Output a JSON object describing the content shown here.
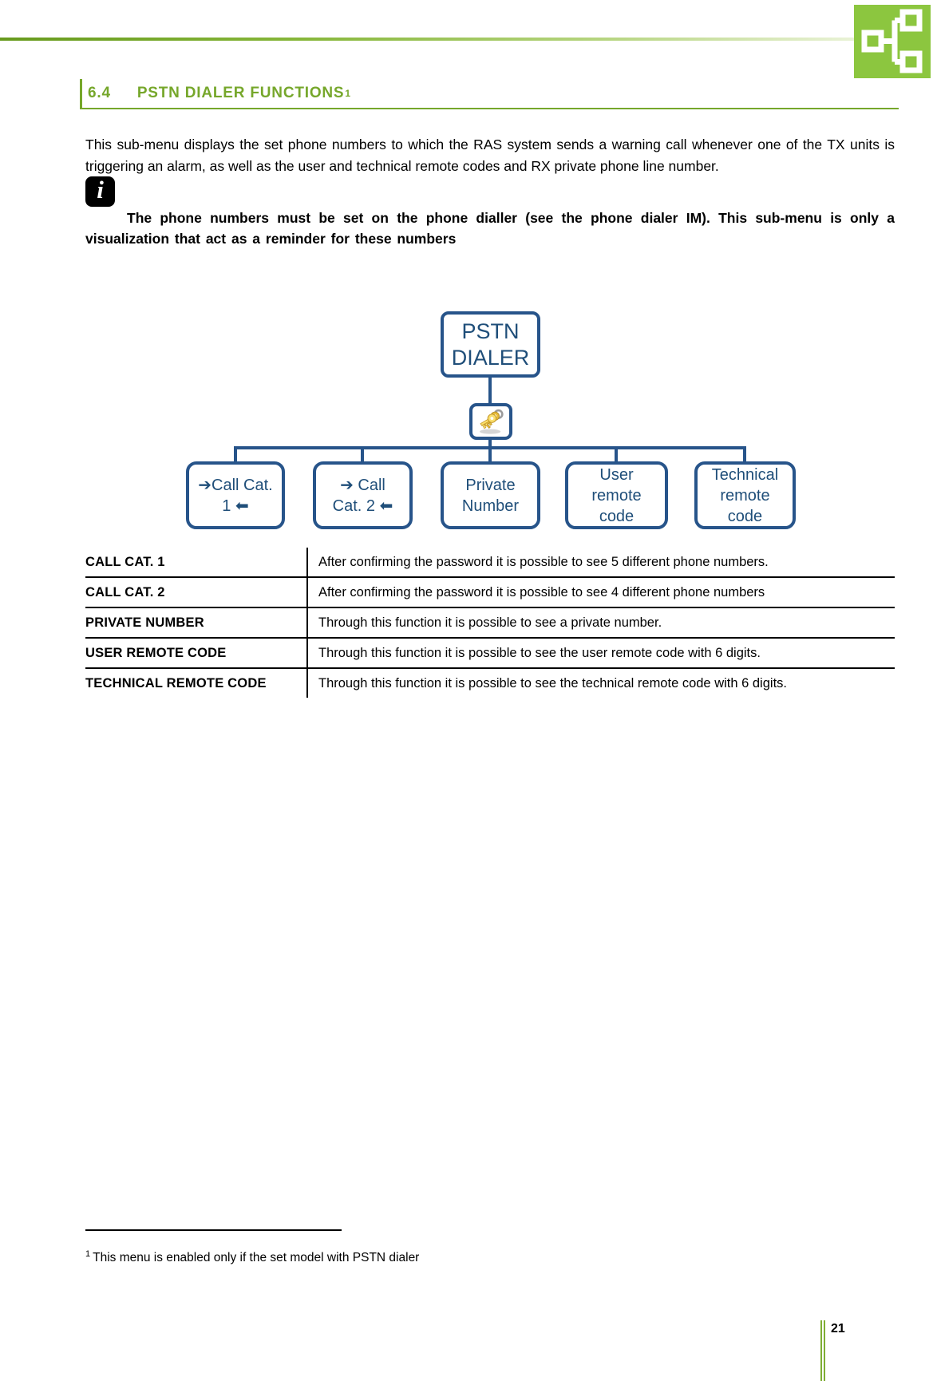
{
  "colors": {
    "accent_green": "#76a72b",
    "logo_green": "#8cc63f",
    "diagram_border_blue": "#27548a",
    "diagram_text_blue": "#1f4e79"
  },
  "logo": {
    "icon": "network-nodes"
  },
  "heading": {
    "number": "6.4",
    "title": "PSTN DIALER FUNCTIONS",
    "footnote_ref": "1"
  },
  "intro": "This sub-menu displays the set phone numbers to which the RAS system sends a warning call whenever one of the TX units is triggering an alarm, as well as the user and technical remote codes and RX private phone line number.",
  "note": "The phone numbers must be set on the phone dialler (see the phone dialer IM). This sub-menu is only a visualization that act as a reminder for these numbers",
  "diagram": {
    "root": "PSTN\nDIALER",
    "key_icon": "keys-icon",
    "children": [
      "➔Call Cat.\n1 ⬅",
      "➔ Call\nCat. 2 ⬅",
      "Private\nNumber",
      "User\nremote\ncode",
      "Technical\nremote\ncode"
    ]
  },
  "table": {
    "rows": [
      {
        "label": "CALL CAT. 1",
        "description": "After confirming the password it is possible to see 5 different phone numbers."
      },
      {
        "label": "CALL CAT. 2",
        "description": "After confirming the password it is possible to see 4 different phone numbers"
      },
      {
        "label": "PRIVATE NUMBER",
        "description": "Through this function it is possible to see a private number."
      },
      {
        "label": "USER REMOTE CODE",
        "description": "Through this function it is possible to see the user remote code with 6 digits."
      },
      {
        "label": "TECHNICAL REMOTE CODE",
        "description": "Through this function it is possible to see the technical remote code with 6 digits."
      }
    ]
  },
  "footnote": {
    "marker": "1",
    "text": "This menu is enabled only if the set model with PSTN dialer"
  },
  "page_number": "21"
}
